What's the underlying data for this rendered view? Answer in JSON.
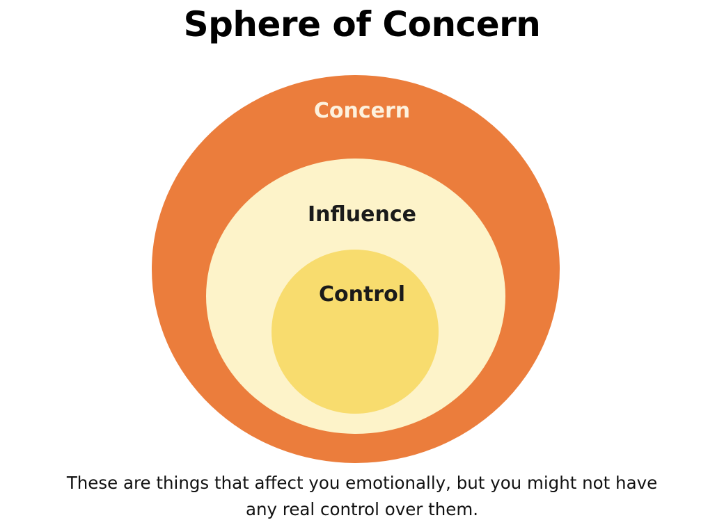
{
  "title": "Sphere of Concern",
  "rings": {
    "outer": {
      "label": "Concern",
      "fill": "#eb7d3c",
      "text_color": "#fdf1dd"
    },
    "middle": {
      "label": "Influence",
      "fill": "#fdf3c9",
      "text_color": "#1a1a1a"
    },
    "inner": {
      "label": "Control",
      "fill": "#f8dc6e",
      "text_color": "#1a1a1a"
    }
  },
  "caption": {
    "line1": "These are things that affect you emotionally, but you might not have",
    "line2": "any real control over them."
  }
}
